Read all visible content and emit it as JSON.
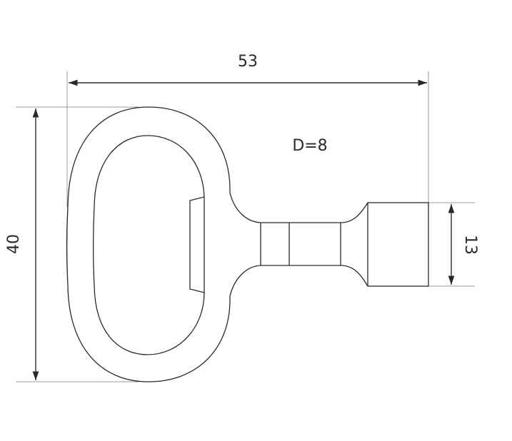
{
  "drawing": {
    "width_label": "53",
    "height_label": "40",
    "head_label": "13",
    "diameter_label": "D=8"
  },
  "colors": {
    "outline": "#2a2a2a",
    "extension": "#9a9a9a"
  }
}
